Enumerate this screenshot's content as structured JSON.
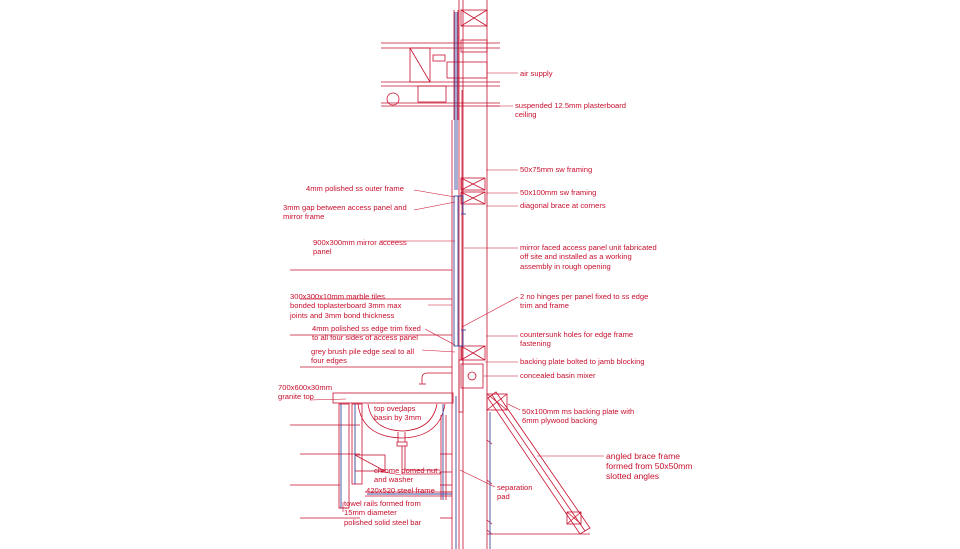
{
  "colors": {
    "line": "#c8102e",
    "member": "#3b4a9e",
    "background": "#ffffff"
  },
  "labels": {
    "air_supply": "air supply",
    "suspended_ceiling": "suspended 12.5mm plasterboard\nceiling",
    "framing_50x75": "50x75mm sw framing",
    "framing_50x100": "50x100mm sw framing",
    "diagonal_brace": "diagonal brace at corners",
    "outer_frame": "4mm polished ss outer frame",
    "gap_access": "3mm gap between access panel and\nmirror frame",
    "mirror_panel": "900x300mm mirror acceess\npanel",
    "mirror_unit": "mirror faced access panel unit fabricated\noff site and installed as a working\nassembly in rough opening",
    "marble_tiles": "300x300x10mm marble tiles\nbonded toplasterboard 3mm max\njoints and 3mm bond thickness",
    "hinges": "2 no hinges per panel fixed to ss edge\ntrim and frame",
    "edge_trim": "4mm polished ss edge trim fixed\nto all four sides of access panel",
    "countersunk": "countersunk holes for edge frame\nfastening",
    "brush_seal": "grey brush pile edge seal to all\nfour edges",
    "backing_plate": "backing plate bolted to jamb blocking",
    "basin_mixer": "concealed basin mixer",
    "granite_top": "700x600x30mm\ngranite top",
    "top_overlaps": "top overlaps\nbasin by 3mm",
    "ms_backing": "50x100mm ms backing plate with\n6mm plywood backing",
    "angled_brace": "angled brace frame\nformed from 50x50mm\nslotted angles",
    "chrome_nut": "chrome domed nut\nand washer",
    "steel_frame": "420x520 steel frame",
    "separation_pad": "separation\npad",
    "towel_rails": "towel rails formed from\n15mm diameter\npolished solid steel bar"
  }
}
